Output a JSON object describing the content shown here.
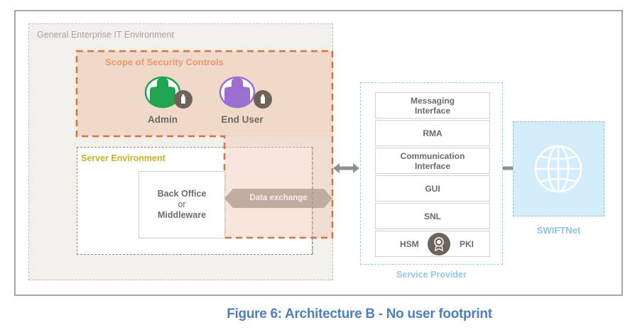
{
  "diagram": {
    "enterprise_label": "General Enterprise IT Environment",
    "scope_label": "Scope of Security Controls",
    "server_label": "Server Environment",
    "users": [
      {
        "label": "Admin",
        "color": "#1fa550"
      },
      {
        "label": "End User",
        "color": "#9b6fcf"
      }
    ],
    "back_office": {
      "line1": "Back Office",
      "line2": "or",
      "line3": "Middleware"
    },
    "data_exchange_label": "Data exchange",
    "service_provider": {
      "label": "Service Provider",
      "stack": [
        {
          "line1": "Messaging",
          "line2": "Interface"
        },
        {
          "line1": "RMA",
          "line2": ""
        },
        {
          "line1": "Communication",
          "line2": "Interface"
        },
        {
          "line1": "GUI",
          "line2": ""
        },
        {
          "line1": "SNL",
          "line2": ""
        }
      ],
      "hsm_label": "HSM",
      "pki_label": "PKI"
    },
    "swiftnet_label": "SWIFTNet"
  },
  "caption": "Figure 6: Architecture B - No user footprint",
  "colors": {
    "scope_orange": "#e0703a",
    "caption_blue": "#4d7fc1",
    "swift_blue": "#d3eefa",
    "icon_badge": "#6f6359"
  }
}
